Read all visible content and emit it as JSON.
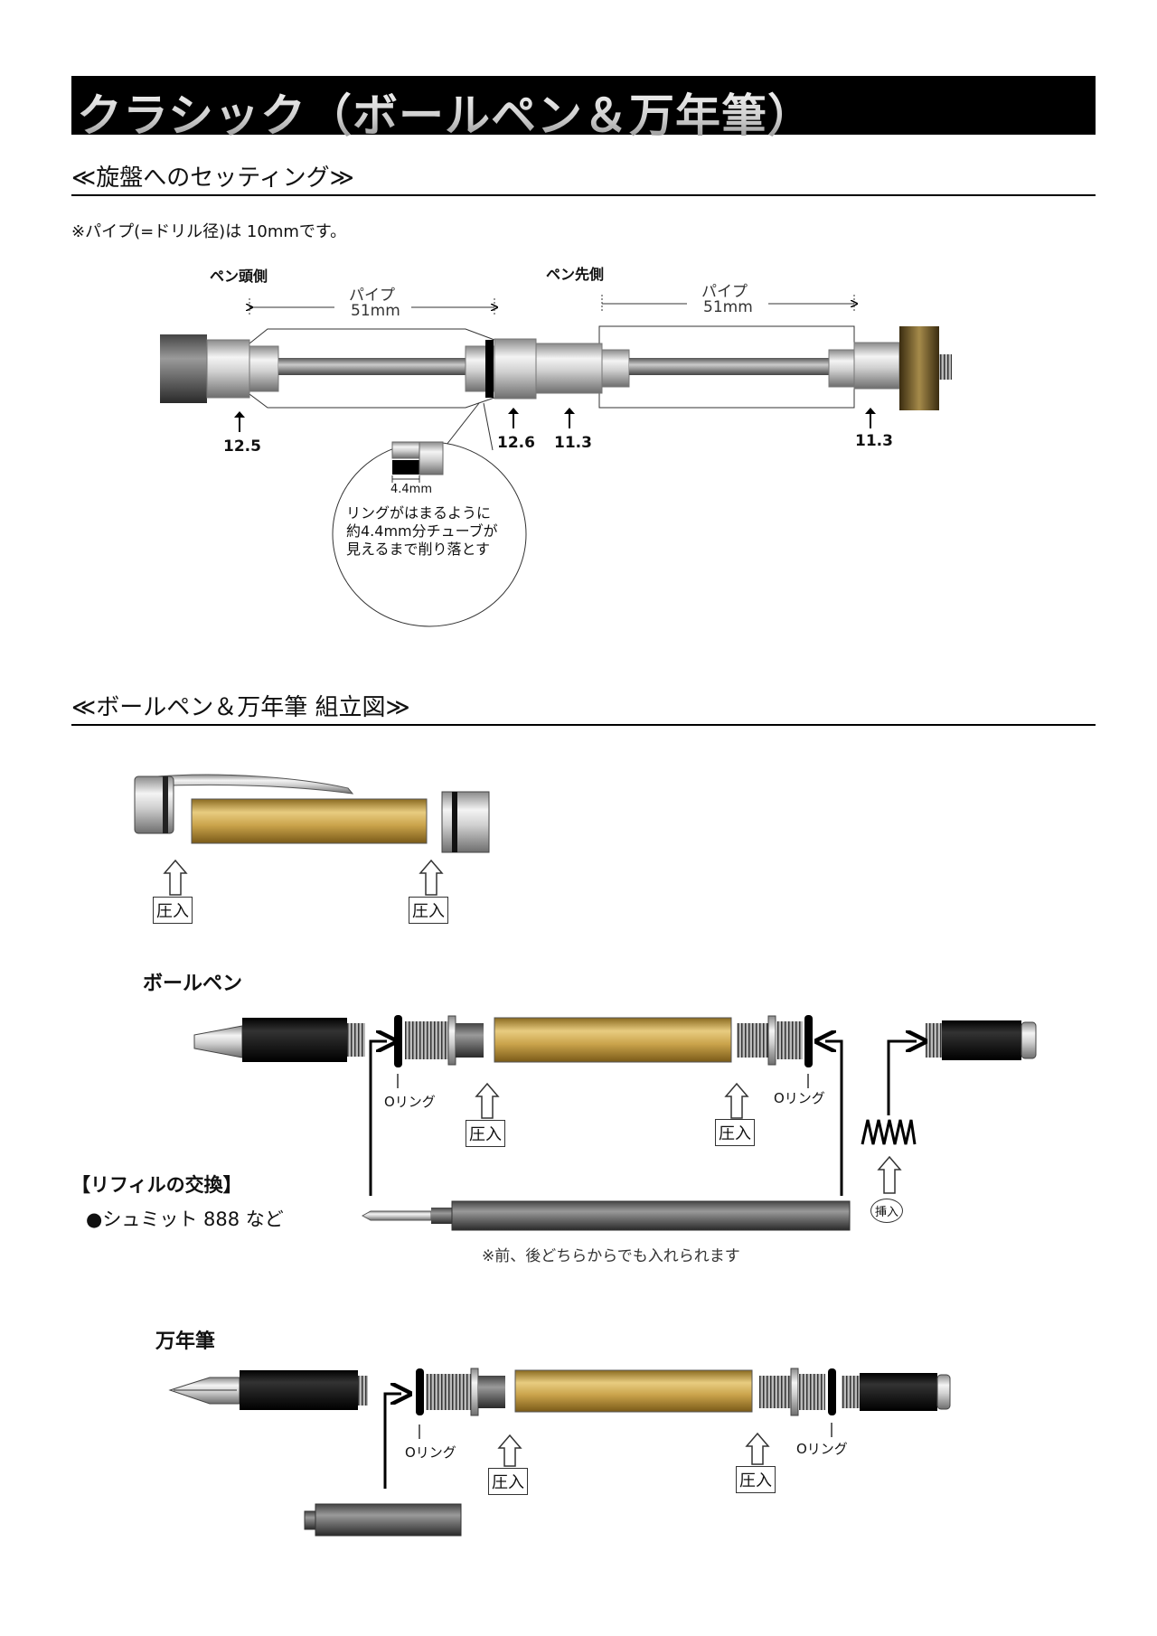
{
  "title": "クラシック（ボールペン＆万年筆）",
  "lathe_section": {
    "heading": "≪旋盤へのセッティング≫",
    "note": "※パイプ(=ドリル径)は 10mmです。",
    "pen_head_side": "ペン頭側",
    "pen_tip_side": "ペン先側",
    "pipe_label": "パイプ",
    "pipe_length_left": "51mm",
    "pipe_length_right": "51mm",
    "measurements": [
      "12.5",
      "12.6",
      "11.3",
      "11.3"
    ],
    "detail_dimension": "4.4mm",
    "detail_text": [
      "リングがはまるように",
      "約4.4mm分チューブが",
      "見えるまで削り落とす"
    ]
  },
  "assembly_section": {
    "heading": "≪ボールペン＆万年筆 組立図≫",
    "press_fit": "圧入",
    "insert": "挿入",
    "o_ring": "Oリング",
    "ballpoint_label": "ボールペン",
    "refill_heading": "【リフィルの交換】",
    "refill_item": "●シュミット 888  など",
    "refill_note": "※前、後どちらからでも入れられます",
    "fountain_label": "万年筆"
  },
  "colors": {
    "title_bg": "#000000",
    "gold": "#c9a24a",
    "black_part": "#111111",
    "chrome": "#b8b8b8"
  }
}
